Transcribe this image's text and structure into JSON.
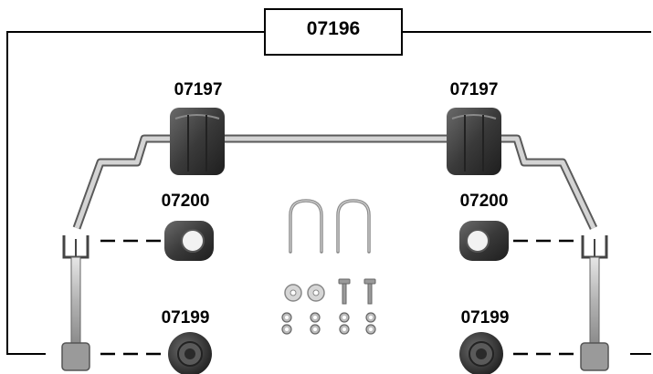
{
  "diagram": {
    "kit_number": "07196",
    "parts": {
      "sway_bar_bushing_left": "07197",
      "sway_bar_bushing_right": "07197",
      "end_link_upper_left": "07200",
      "end_link_upper_right": "07200",
      "end_link_lower_left": "07199",
      "end_link_lower_right": "07199"
    }
  }
}
